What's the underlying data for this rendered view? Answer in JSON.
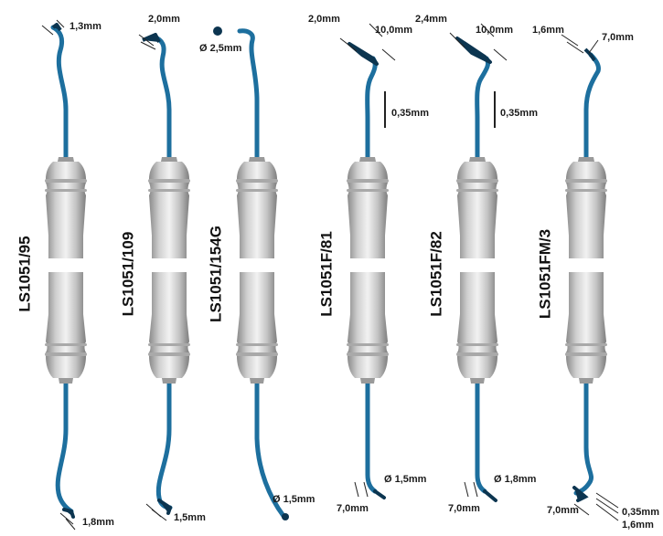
{
  "colors": {
    "tip_blue": "#1d6f9e",
    "tip_dark": "#0c3550",
    "handle_light": "#e4e4e4",
    "handle_dark": "#8a8a8a",
    "label_text": "#111111",
    "dim_line": "#222222"
  },
  "instruments": [
    {
      "code": "LS1051/95",
      "top_dims": [
        "1,3mm"
      ],
      "mid_dims": [],
      "bottom_dims": [
        "1,8mm"
      ]
    },
    {
      "code": "LS1051/109",
      "top_dims": [
        "2,0mm"
      ],
      "mid_dims": [],
      "bottom_dims": [
        "1,5mm"
      ]
    },
    {
      "code": "LS1051/154G",
      "top_dims": [
        "Ø 2,5mm"
      ],
      "mid_dims": [],
      "bottom_dims": [
        "Ø 1,5mm"
      ]
    },
    {
      "code": "LS1051F/81",
      "top_dims": [
        "2,0mm",
        "10,0mm"
      ],
      "mid_dims": [
        "0,35mm"
      ],
      "bottom_dims": [
        "Ø 1,5mm",
        "7,0mm"
      ]
    },
    {
      "code": "LS1051F/82",
      "top_dims": [
        "2,4mm",
        "10,0mm"
      ],
      "mid_dims": [
        "0,35mm"
      ],
      "bottom_dims": [
        "Ø 1,8mm",
        "7,0mm"
      ]
    },
    {
      "code": "LS1051FM/3",
      "top_dims": [
        "1,6mm",
        "7,0mm"
      ],
      "mid_dims": [],
      "bottom_dims": [
        "7,0mm",
        "0,35mm",
        "1,6mm"
      ]
    }
  ]
}
